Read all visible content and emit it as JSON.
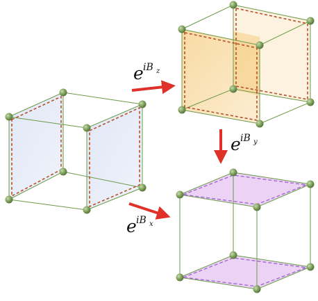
{
  "operators": {
    "z": {
      "base": "e",
      "exp": "iB",
      "sub": "z"
    },
    "y": {
      "base": "e",
      "exp": "iB",
      "sub": "y"
    },
    "x": {
      "base": "e",
      "exp": "iB",
      "sub": "x"
    }
  },
  "colors": {
    "edge": "#6a9a48",
    "node": "#7ea05a",
    "dashed_pair": "#b5502a",
    "dashed_purple": "#a06ad0",
    "blue_face": "#e7ecf7",
    "orange_face": "#fbe3b8",
    "purple_face": "#ecd3f5",
    "arrow": "#e0302a"
  }
}
